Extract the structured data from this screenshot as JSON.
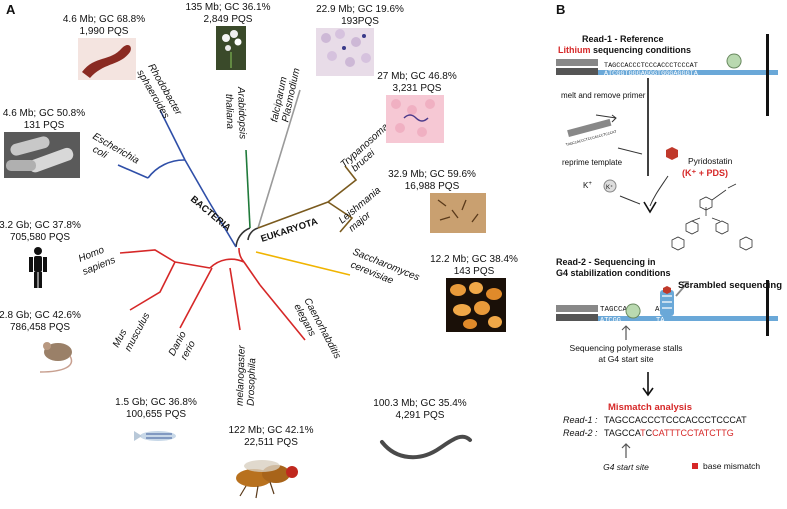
{
  "panel_a": {
    "label": "A",
    "groups": {
      "bacteria": "BACTERIA",
      "eukaryota": "EUKARYOTA"
    },
    "taxa": [
      {
        "id": "rhodobacter",
        "line1": "Rhodobacter",
        "line2": "sphaeroides",
        "stats1": "4.6 Mb; GC 68.8%",
        "stats2": "1,990 PQS"
      },
      {
        "id": "ecoli",
        "line1": "Escherichia",
        "line2": "coli",
        "stats1": "4.6 Mb; GC 50.8%",
        "stats2": "131 PQS"
      },
      {
        "id": "arabidopsis",
        "line1": "Arabidopsis",
        "line2": "thaliana",
        "stats1": "135 Mb; GC 36.1%",
        "stats2": "2,849 PQS"
      },
      {
        "id": "plasmodium",
        "line1": "Plasmodium",
        "line2": "falciparum",
        "stats1": "22.9 Mb; GC 19.6%",
        "stats2": "193PQS"
      },
      {
        "id": "trypanosoma",
        "line1": "Trypanosoma",
        "line2": "brucei",
        "stats1": "27 Mb; GC 46.8%",
        "stats2": "3,231 PQS"
      },
      {
        "id": "leishmania",
        "line1": "Leishmania",
        "line2": "major",
        "stats1": "32.9 Mb; GC 59.6%",
        "stats2": "16,988 PQS"
      },
      {
        "id": "saccharomyces",
        "line1": "Saccharomyces",
        "line2": "cerevisiae",
        "stats1": "12.2 Mb; GC 38.4%",
        "stats2": "143 PQS"
      },
      {
        "id": "caenorhabditis",
        "line1": "Caenorhabditis",
        "line2": "elegans",
        "stats1": "100.3 Mb; GC 35.4%",
        "stats2": "4,291 PQS"
      },
      {
        "id": "drosophila",
        "line1": "Drosophila",
        "line2": "melanogaster",
        "stats1": "122 Mb; GC 42.1%",
        "stats2": "22,511 PQS"
      },
      {
        "id": "danio",
        "line1": "Danio",
        "line2": "rerio",
        "stats1": "1.5 Gb; GC 36.8%",
        "stats2": "100,655 PQS"
      },
      {
        "id": "mus",
        "line1": "Mus",
        "line2": "musculus",
        "stats1": "2.8 Gb; GC 42.6%",
        "stats2": "786,458 PQS"
      },
      {
        "id": "homo",
        "line1": "Homo",
        "line2": "sapiens",
        "stats1": "3.2 Gb; GC 37.8%",
        "stats2": "705,580 PQS"
      }
    ],
    "colors": {
      "bacteria": "#2f4fa8",
      "plant": "#1f7a3a",
      "apicomplexa": "#9a9a9a",
      "kinetoplastid": "#7a5a1e",
      "fungi": "#f0b400",
      "animals": "#d62828"
    }
  },
  "panel_b": {
    "label": "B",
    "read1_title": "Read-1 - Reference",
    "read1_cond_red": "Lithium",
    "read1_cond_rest": " sequencing conditions",
    "read1_seq": "TAGCCACCCTCCCACCCTCCCAT",
    "read1_seq_complement": "ATCGGTGGGAGGGTGGGAGGGTA",
    "step_melt": "melt and remove primer",
    "step_primer_seq": "TAGCCACCCTCCCACCCTCCCAT",
    "step_reprime": "reprime template",
    "ion": "K",
    "ion_sup": "+",
    "drug_name": "Pyridostatin",
    "drug_cond": "(K⁺ + PDS)",
    "read2_title": "Read-2 - Sequencing in",
    "read2_title2": "G4 stabilization conditions",
    "read2_seq_top": "TAGCCA",
    "read2_seq_top_end": "AT",
    "read2_seq_bottom": "ATCGG",
    "read2_seq_bottom_end": "TA",
    "scrambled": "Scrambled sequencing",
    "stall_line1": "Sequencing polymerase stalls",
    "stall_line2": "at G4 start site",
    "mismatch_title": "Mismatch analysis",
    "read1_label": "Read-1 :",
    "read2_label": "Read-2 :",
    "read1_compare": "TAGCCACCCTCCCACCCTCCCAT",
    "read2_compare_black": "TAGCCA",
    "read2_compare_rest": [
      {
        "t": "T",
        "red": true
      },
      {
        "t": "C",
        "red": false
      },
      {
        "t": "CAT",
        "red": true
      },
      {
        "t": "T",
        "red": true
      },
      {
        "t": "T",
        "red": true
      },
      {
        "t": "CC",
        "red": true
      },
      {
        "t": "T",
        "red": true
      },
      {
        "t": "ATC",
        "red": true
      },
      {
        "t": "TTG",
        "red": true
      }
    ],
    "g4_start": "G4 start site",
    "legend_mismatch": "base mismatch",
    "mismatch_color": "#d62828"
  }
}
